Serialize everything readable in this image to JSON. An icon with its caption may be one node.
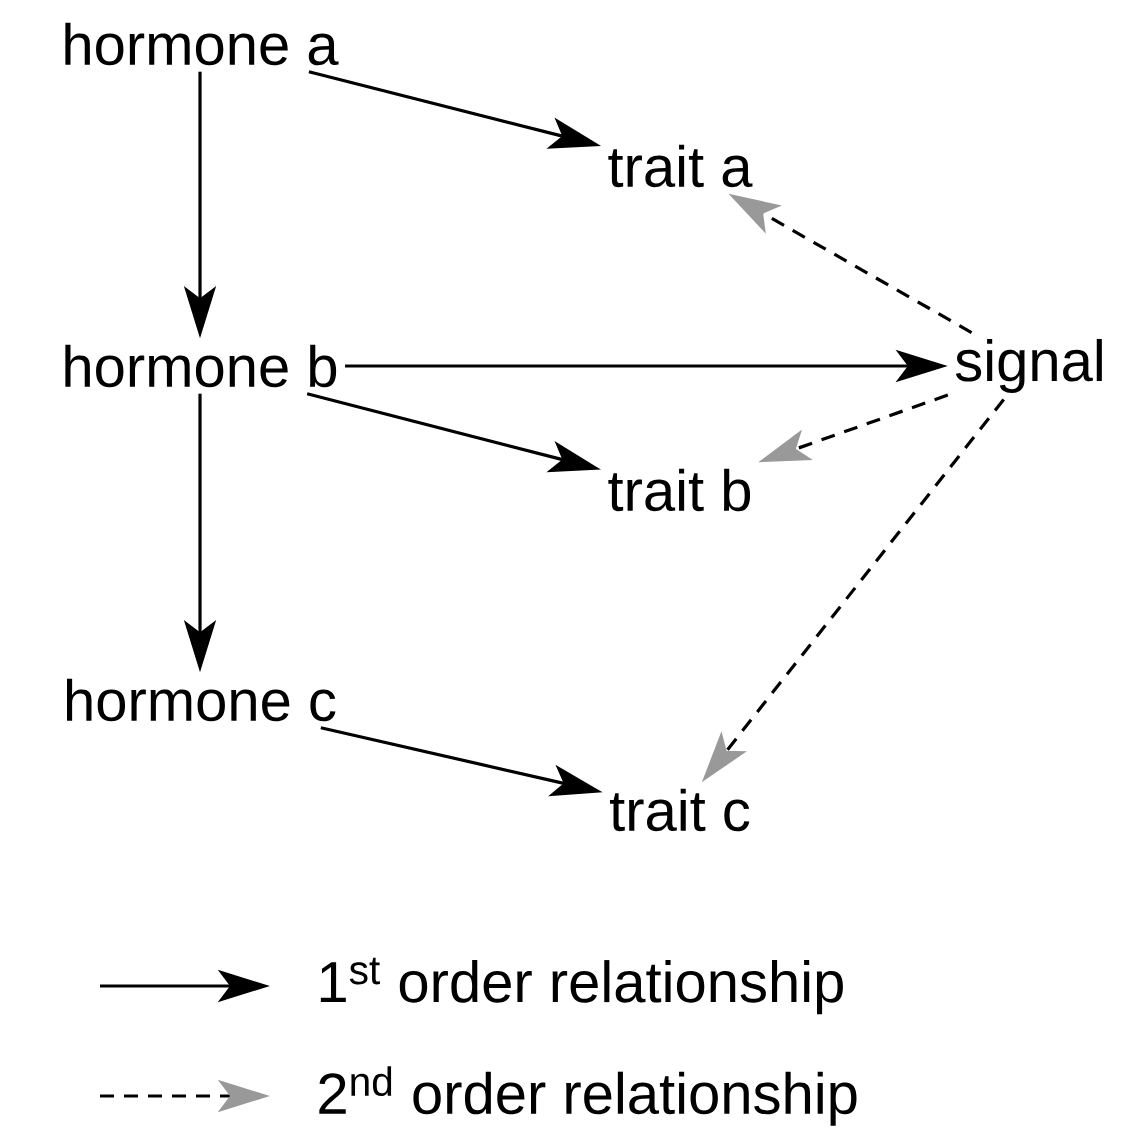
{
  "diagram": {
    "nodes": [
      {
        "text": [
          "hormone a"
        ]
      },
      {
        "text": [
          "trait a"
        ]
      },
      {
        "text": [
          "hormone b"
        ]
      },
      {
        "text": [
          "signal"
        ]
      },
      {
        "text": [
          "trait b"
        ]
      },
      {
        "text": [
          "hormone c"
        ]
      },
      {
        "text": [
          "trait c"
        ]
      }
    ],
    "edges": [
      {
        "from": 0,
        "to": 1,
        "arrow": "to"
      },
      {
        "from": 0,
        "to": 2,
        "arrow": "to"
      },
      {
        "from": 2,
        "to": 3,
        "arrow": "to"
      },
      {
        "from": 2,
        "to": 4,
        "arrow": "to"
      },
      {
        "from": 2,
        "to": 5,
        "arrow": "to"
      },
      {
        "from": 5,
        "to": 6,
        "arrow": "to"
      },
      {
        "from": 3,
        "to": 1,
        "arrow": "to",
        "style": "dashed"
      },
      {
        "from": 3,
        "to": 4,
        "arrow": "to",
        "style": "dashed"
      },
      {
        "from": 3,
        "to": 6,
        "arrow": "to",
        "style": "dashed"
      }
    ],
    "legend": [
      {
        "text": "1$^{st}$ order relationship"
      },
      {
        "text": "2$^{nd}$ order relationship"
      }
    ]
  }
}
